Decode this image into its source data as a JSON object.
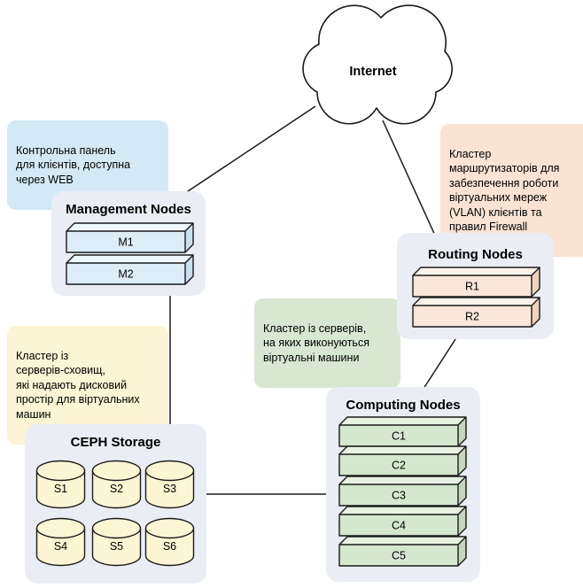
{
  "internet": {
    "label": "Internet"
  },
  "callouts": {
    "management_panel": {
      "text": "Контрольна панель\nдля клієнтів, доступна\nчерез WEB"
    },
    "routing_cluster": {
      "text": "Кластер\nмаршрутизаторів для\nзабезпечення роботи\nвіртуальних мереж\n(VLAN) клієнтів та\nправил Firewall"
    },
    "computing_cluster": {
      "text": "Кластер із серверів,\nна яких виконуються\nвіртуальні машини"
    },
    "storage_cluster": {
      "text": "Кластер із\nсерверів-сховищ,\nякі надають дисковий\nпростір для віртуальних\nмашин"
    }
  },
  "groups": {
    "management": {
      "title": "Management Nodes",
      "nodes": [
        "M1",
        "M2"
      ]
    },
    "routing": {
      "title": "Routing Nodes",
      "nodes": [
        "R1",
        "R2"
      ]
    },
    "computing": {
      "title": "Computing Nodes",
      "nodes": [
        "C1",
        "C2",
        "C3",
        "C4",
        "C5"
      ]
    },
    "storage": {
      "title": "CEPH Storage",
      "nodes": [
        "S1",
        "S2",
        "S3",
        "S4",
        "S5",
        "S6"
      ]
    }
  },
  "colors": {
    "blue-callout": "#d3e9f5",
    "peach-callout": "#fae3d3",
    "green-callout": "#d8e7d1",
    "yellow-callout": "#fbf4d5",
    "blue-node": "#dcedf8",
    "peach-node": "#fbe7d9",
    "green-node": "#d6e7d0",
    "yellow-node": "#fdf6d5",
    "container": "#eaedf3",
    "stroke": "#1a1a1a"
  }
}
